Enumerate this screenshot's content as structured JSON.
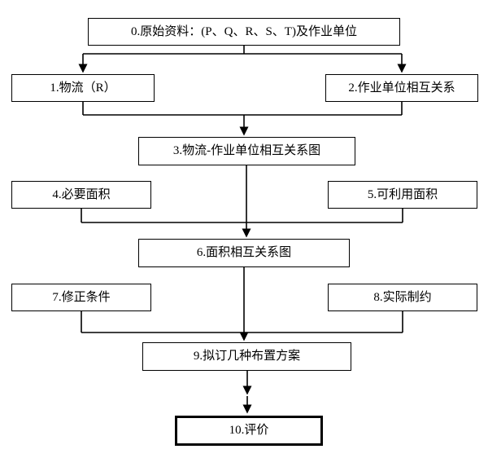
{
  "diagram": {
    "title": "SLP layout planning flowchart",
    "boxes": [
      {
        "id": 0,
        "label": "0.原始资料：(P、Q、R、S、T)及作业单位"
      },
      {
        "id": 1,
        "label": "1.物流（R）"
      },
      {
        "id": 2,
        "label": "2.作业单位相互关系"
      },
      {
        "id": 3,
        "label": "3.物流-作业单位相互关系图"
      },
      {
        "id": 4,
        "label": "4.必要面积"
      },
      {
        "id": 5,
        "label": "5.可利用面积"
      },
      {
        "id": 6,
        "label": "6.面积相互关系图"
      },
      {
        "id": 7,
        "label": "7.修正条件"
      },
      {
        "id": 8,
        "label": "8.实际制约"
      },
      {
        "id": 9,
        "label": "9.拟订几种布置方案"
      },
      {
        "id": 10,
        "label": "10.评价"
      }
    ],
    "colors": {
      "line": "#000000",
      "border": "#000000",
      "background": "#ffffff"
    }
  }
}
